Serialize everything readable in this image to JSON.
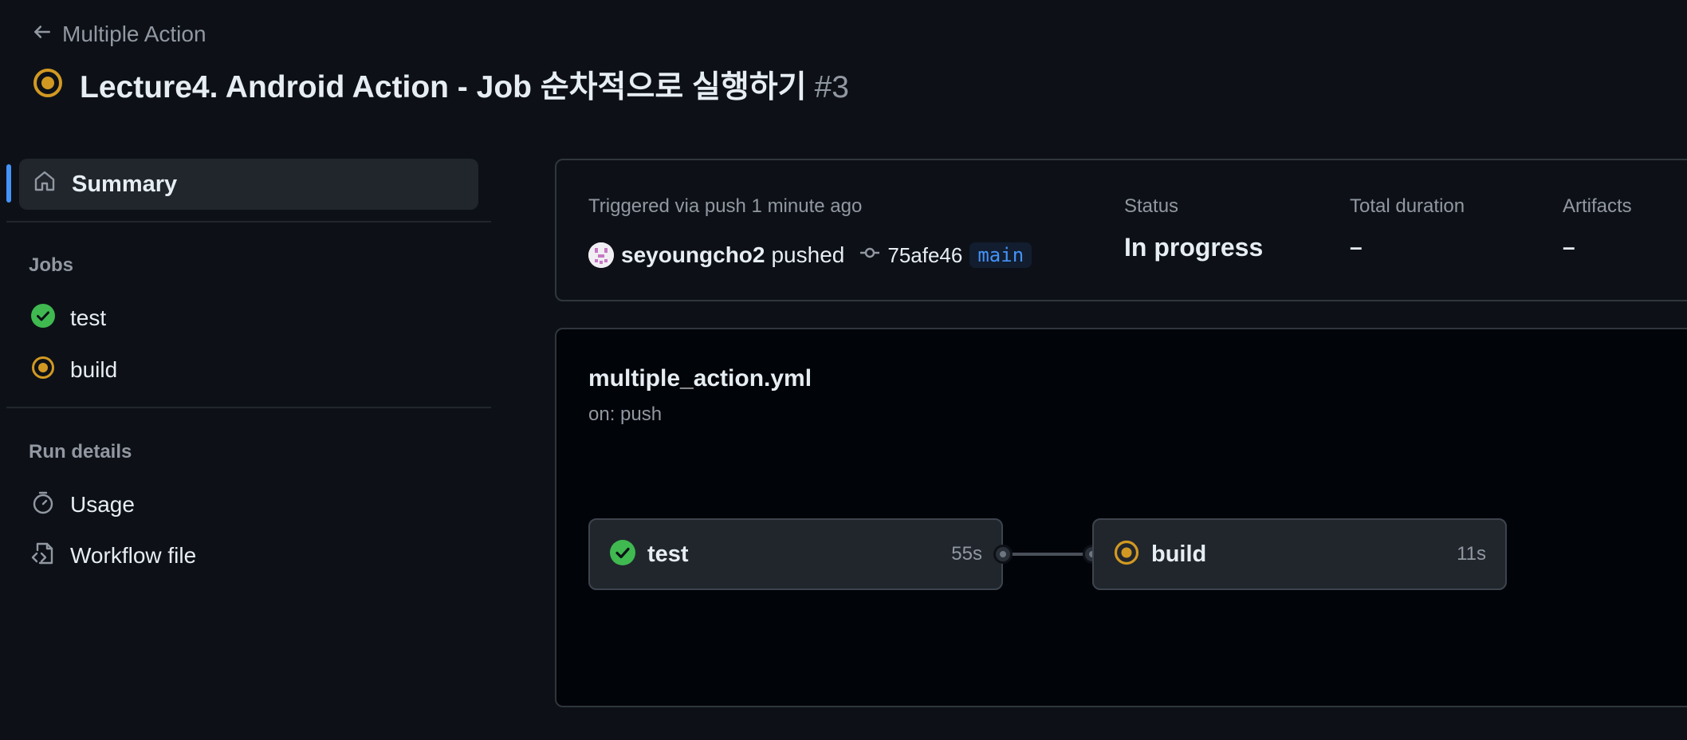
{
  "header": {
    "back_label": "Multiple Action",
    "run_title": "Lecture4. Android Action - Job 순차적으로 실행하기",
    "run_number": "#3"
  },
  "sidebar": {
    "summary_label": "Summary",
    "jobs_heading": "Jobs",
    "jobs": [
      {
        "label": "test",
        "status": "success"
      },
      {
        "label": "build",
        "status": "in_progress"
      }
    ],
    "run_details_heading": "Run details",
    "details": [
      {
        "label": "Usage",
        "icon": "stopwatch-icon"
      },
      {
        "label": "Workflow file",
        "icon": "file-code-icon"
      }
    ]
  },
  "summary": {
    "trigger_text": "Triggered via push 1 minute ago",
    "actor": "seyoungcho2",
    "action": "pushed",
    "commit_sha": "75afe46",
    "branch": "main",
    "status_label": "Status",
    "status_value": "In progress",
    "duration_label": "Total duration",
    "duration_value": "–",
    "artifacts_label": "Artifacts",
    "artifacts_value": "–"
  },
  "graph": {
    "workflow_file": "multiple_action.yml",
    "trigger": "on: push",
    "nodes": [
      {
        "name": "test",
        "duration": "55s",
        "status": "success"
      },
      {
        "name": "build",
        "duration": "11s",
        "status": "in_progress"
      }
    ]
  },
  "colors": {
    "accent": "#4493f8",
    "success": "#3fb950",
    "in_progress": "#d29922",
    "background": "#0d1117"
  }
}
